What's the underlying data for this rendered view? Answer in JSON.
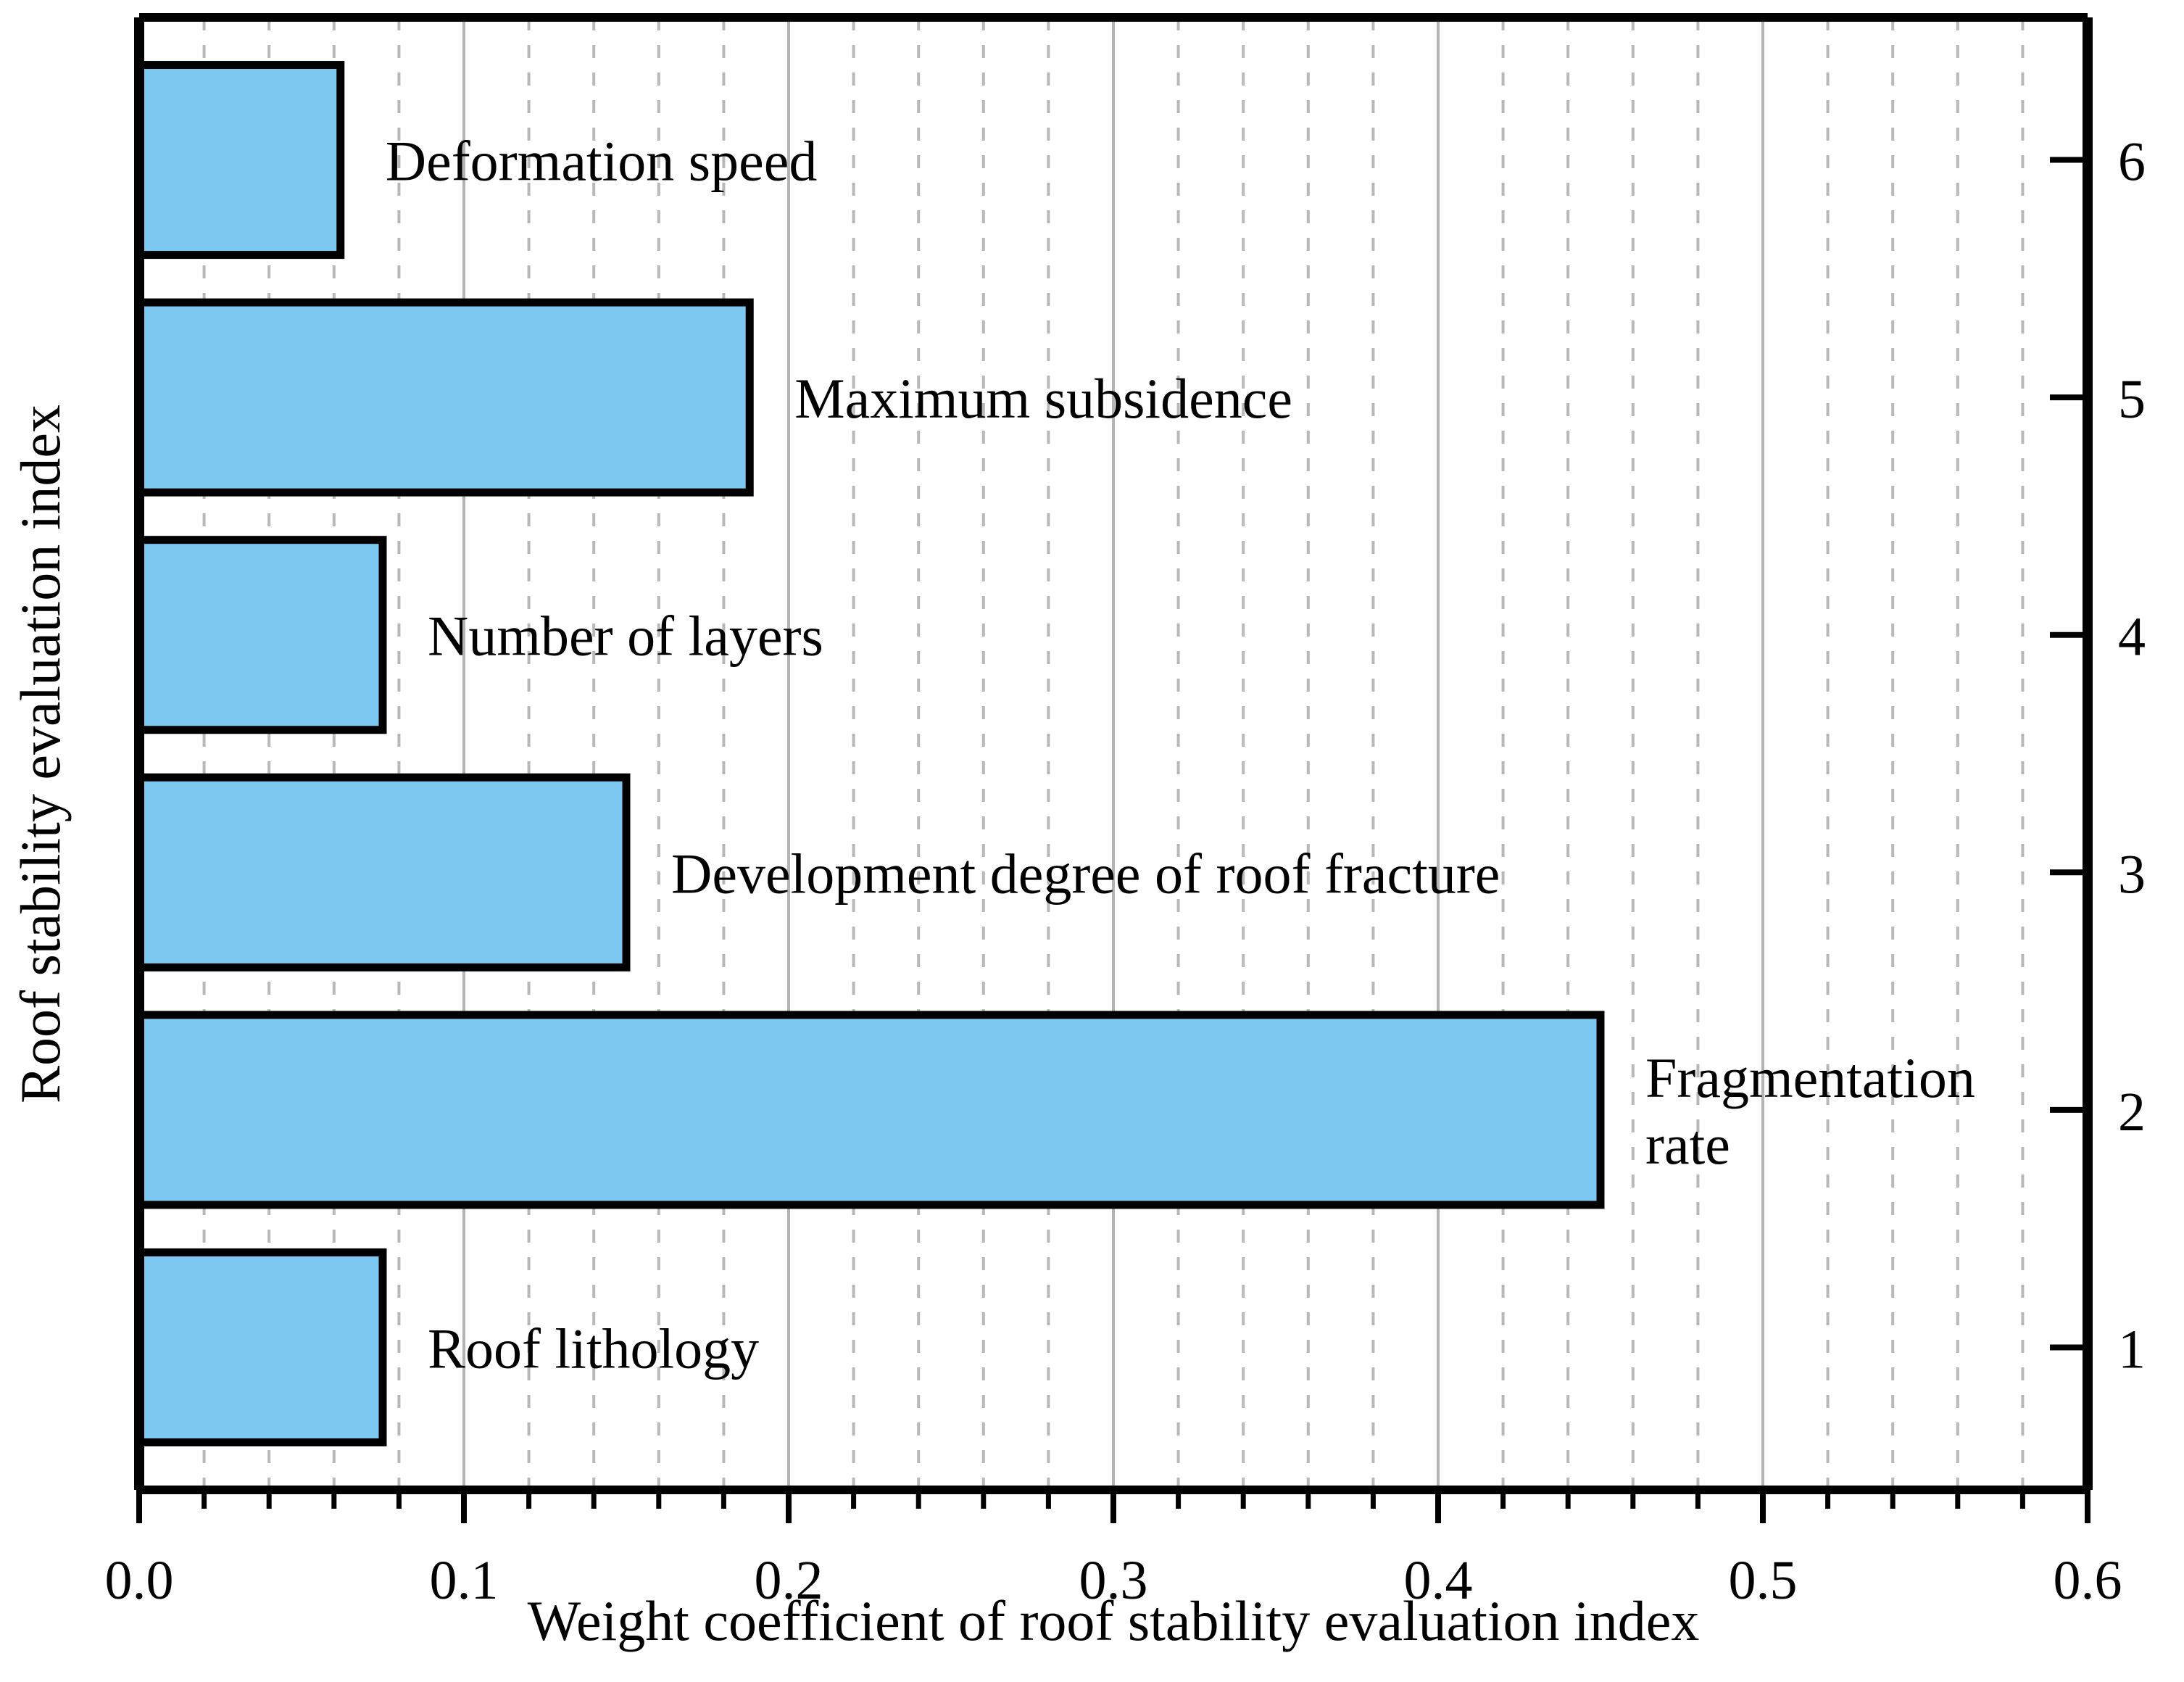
{
  "chart_data": {
    "type": "bar",
    "orientation": "horizontal",
    "title": "",
    "xlabel": "Weight coefficient of roof stability evaluation index",
    "ylabel": "Roof stability evaluation index",
    "categories": [
      1,
      2,
      3,
      4,
      5,
      6
    ],
    "category_names": [
      "Roof lithology",
      "Fragmentation rate",
      "Development degree of roof fracture",
      "Number of layers",
      "Maximum subsidence",
      "Deformation speed"
    ],
    "values": [
      0.075,
      0.45,
      0.15,
      0.075,
      0.188,
      0.062
    ],
    "bars": [
      {
        "index": 1,
        "label": "Roof lithology",
        "value": 0.075,
        "label_lines": [
          "Roof lithology"
        ]
      },
      {
        "index": 2,
        "label": "Fragmentation rate",
        "value": 0.45,
        "label_lines": [
          "Fragmentation",
          "rate"
        ]
      },
      {
        "index": 3,
        "label": "Development degree of roof fracture",
        "value": 0.15,
        "label_lines": [
          "Development degree of roof fracture"
        ]
      },
      {
        "index": 4,
        "label": "Number of layers",
        "value": 0.075,
        "label_lines": [
          "Number of layers"
        ]
      },
      {
        "index": 5,
        "label": "Maximum subsidence",
        "value": 0.188,
        "label_lines": [
          "Maximum subsidence"
        ]
      },
      {
        "index": 6,
        "label": "Deformation speed",
        "value": 0.062,
        "label_lines": [
          "Deformation speed"
        ]
      }
    ],
    "xlim": [
      0.0,
      0.6
    ],
    "ylim": [
      0.4,
      6.6
    ],
    "x_ticks": [
      0.0,
      0.1,
      0.2,
      0.3,
      0.4,
      0.5,
      0.6
    ],
    "x_tick_labels": [
      "0.0",
      "0.1",
      "0.2",
      "0.3",
      "0.4",
      "0.5",
      "0.6"
    ],
    "x_minor_step": 0.02,
    "y_ticks": [
      1,
      2,
      3,
      4,
      5,
      6
    ],
    "y_tick_labels": [
      "1",
      "2",
      "3",
      "4",
      "5",
      "6"
    ],
    "y_axis_side": "right",
    "grid": {
      "x_major": true,
      "x_minor": true,
      "y": false,
      "major_color": "#b3b3b3",
      "minor_color": "#b8b8b8",
      "minor_style": "dashed"
    },
    "colors": {
      "bar_fill": "#7cc8f0",
      "bar_edge": "#000000",
      "axis": "#000000",
      "text": "#000000",
      "background": "#ffffff"
    },
    "legend": null
  }
}
